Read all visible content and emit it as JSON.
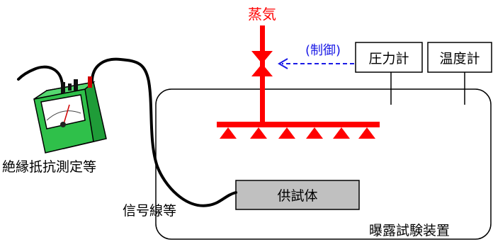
{
  "labels": {
    "steam": "蒸気",
    "control": "(制御)",
    "pressure_gauge": "圧力計",
    "thermometer": "温度計",
    "insulation_tester": "絶縁抵抗測定等",
    "signal_wire": "信号線等",
    "specimen": "供試体",
    "exposure_apparatus": "曝露試験装置"
  },
  "colors": {
    "steam": "#ff0000",
    "control_arrow": "#1a1ae6",
    "meter_case": "#2fc04a",
    "specimen_fill": "#c0c0c0",
    "outline": "#000000"
  }
}
